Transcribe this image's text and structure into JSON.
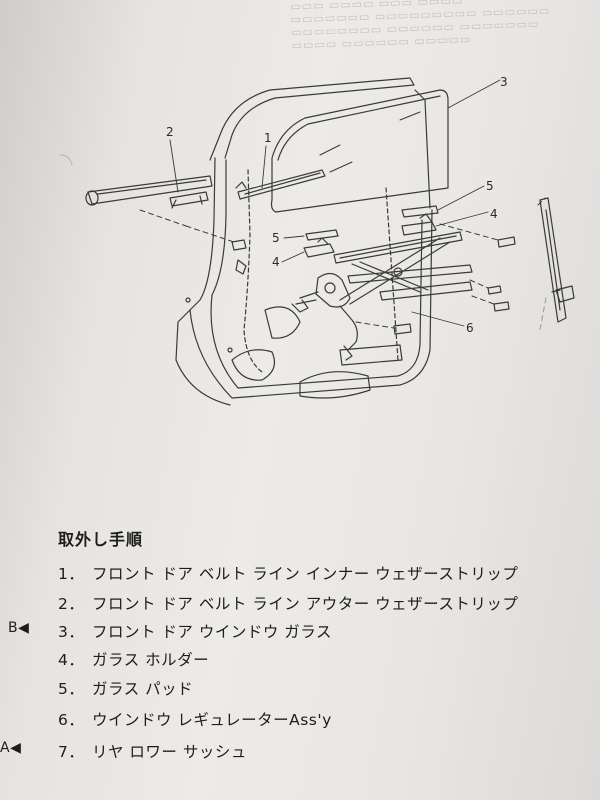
{
  "document": {
    "procedure_title": "取外し手順",
    "steps": [
      {
        "number": "1．",
        "text": "フロント ドア ベルト ライン インナー ウェザーストリップ",
        "marker": ""
      },
      {
        "number": "2．",
        "text": "フロント ドア ベルト ライン アウター ウェザーストリップ",
        "marker": ""
      },
      {
        "number": "3．",
        "text": "フロント ドア ウインドウ ガラス",
        "marker": "B◀"
      },
      {
        "number": "4．",
        "text": "ガラス ホルダー",
        "marker": ""
      },
      {
        "number": "5．",
        "text": "ガラス パッド",
        "marker": ""
      },
      {
        "number": "6．",
        "text": "ウインドウ レギュレーターAss'y",
        "marker": ""
      },
      {
        "number": "7．",
        "text": "リヤ ロワー サッシュ",
        "marker": "A◀"
      }
    ]
  },
  "diagram": {
    "callouts": [
      "1",
      "2",
      "3",
      "4",
      "4",
      "5",
      "5",
      "6"
    ]
  },
  "colors": {
    "ink": "#1d1d1d",
    "line": "#3a3a3a",
    "paper": "#ebe9e6"
  }
}
